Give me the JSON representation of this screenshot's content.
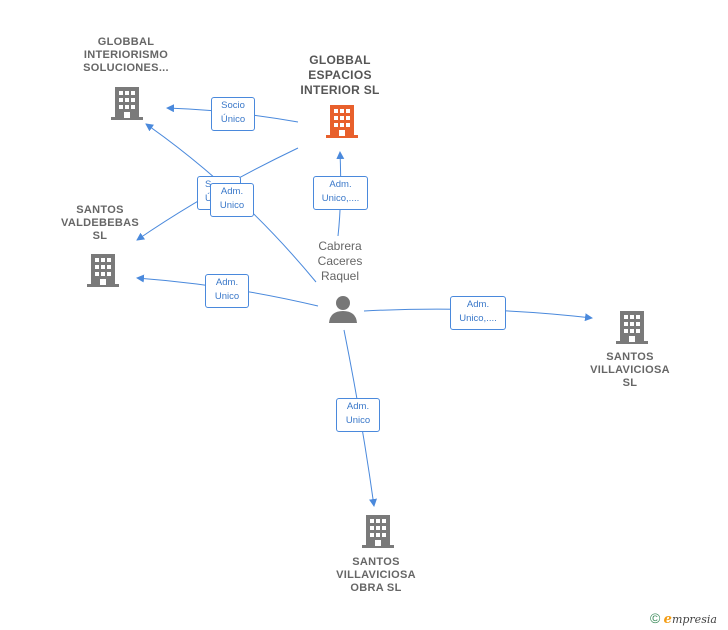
{
  "colors": {
    "edge": "#4a89dc",
    "building": "#7a7a7a",
    "main_building": "#e8602c",
    "person": "#777777"
  },
  "nodes": {
    "main": {
      "lines": [
        "GLOBBAL",
        "ESPACIOS",
        "INTERIOR  SL"
      ]
    },
    "globbal_interiorismo": {
      "lines": [
        "GLOBBAL",
        "INTERIORISMO",
        "SOLUCIONES..."
      ]
    },
    "santos_valdebebas": {
      "lines": [
        "SANTOS",
        "VALDEBEBAS",
        "SL"
      ]
    },
    "santos_villaviciosa": {
      "lines": [
        "SANTOS",
        "VILLAVICIOSA",
        "SL"
      ]
    },
    "santos_villaviciosa_obra": {
      "lines": [
        "SANTOS",
        "VILLAVICIOSA",
        "OBRA  SL"
      ]
    },
    "person": {
      "lines": [
        "Cabrera",
        "Caceres",
        "Raquel"
      ]
    }
  },
  "edges": {
    "socio_unico": [
      "Socio",
      "Único"
    ],
    "hidden_1": [
      "S",
      "Ú"
    ],
    "adm_unico_1": [
      "Adm.",
      "Unico"
    ],
    "adm_unico_main": [
      "Adm.",
      "Unico,...."
    ],
    "adm_unico_valdebebas": [
      "Adm.",
      "Unico"
    ],
    "adm_unico_villaviciosa": [
      "Adm.",
      "Unico,...."
    ],
    "adm_unico_obra": [
      "Adm.",
      "Unico"
    ]
  },
  "footer": {
    "copyright": "©",
    "brand_initial": "e",
    "brand_rest": "mpresia"
  }
}
